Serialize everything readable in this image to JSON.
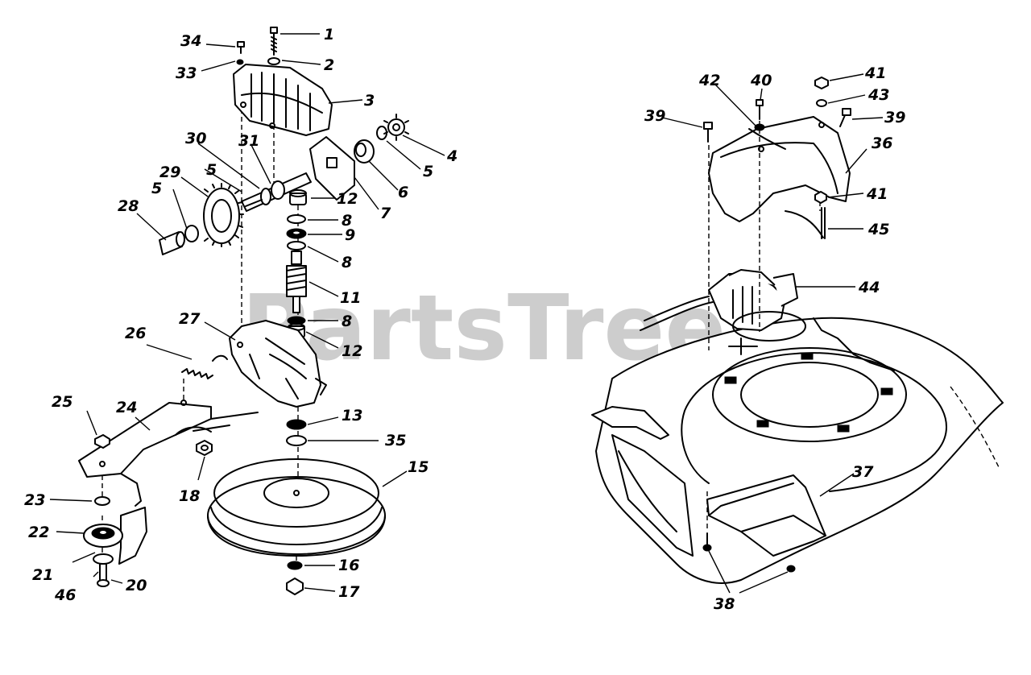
{
  "watermark": "PartsTree",
  "callouts": [
    {
      "id": "c1",
      "text": "1"
    },
    {
      "id": "c2",
      "text": "2"
    },
    {
      "id": "c3",
      "text": "3"
    },
    {
      "id": "c4",
      "text": "4"
    },
    {
      "id": "c5a",
      "text": "5"
    },
    {
      "id": "c5b",
      "text": "5"
    },
    {
      "id": "c5c",
      "text": "5"
    },
    {
      "id": "c6",
      "text": "6"
    },
    {
      "id": "c7",
      "text": "7"
    },
    {
      "id": "c8a",
      "text": "8"
    },
    {
      "id": "c8b",
      "text": "8"
    },
    {
      "id": "c8c",
      "text": "8"
    },
    {
      "id": "c9",
      "text": "9"
    },
    {
      "id": "c11",
      "text": "11"
    },
    {
      "id": "c12a",
      "text": "12"
    },
    {
      "id": "c12b",
      "text": "12"
    },
    {
      "id": "c13",
      "text": "13"
    },
    {
      "id": "c15",
      "text": "15"
    },
    {
      "id": "c16",
      "text": "16"
    },
    {
      "id": "c17",
      "text": "17"
    },
    {
      "id": "c18",
      "text": "18"
    },
    {
      "id": "c20",
      "text": "20"
    },
    {
      "id": "c21",
      "text": "21"
    },
    {
      "id": "c22",
      "text": "22"
    },
    {
      "id": "c23",
      "text": "23"
    },
    {
      "id": "c24",
      "text": "24"
    },
    {
      "id": "c25",
      "text": "25"
    },
    {
      "id": "c26",
      "text": "26"
    },
    {
      "id": "c27",
      "text": "27"
    },
    {
      "id": "c28",
      "text": "28"
    },
    {
      "id": "c29",
      "text": "29"
    },
    {
      "id": "c30",
      "text": "30"
    },
    {
      "id": "c31",
      "text": "31"
    },
    {
      "id": "c33",
      "text": "33"
    },
    {
      "id": "c34",
      "text": "34"
    },
    {
      "id": "c35",
      "text": "35"
    },
    {
      "id": "c46",
      "text": "46"
    },
    {
      "id": "c36",
      "text": "36"
    },
    {
      "id": "c37",
      "text": "37"
    },
    {
      "id": "c38",
      "text": "38"
    },
    {
      "id": "c39a",
      "text": "39"
    },
    {
      "id": "c39b",
      "text": "39"
    },
    {
      "id": "c40",
      "text": "40"
    },
    {
      "id": "c41a",
      "text": "41"
    },
    {
      "id": "c41b",
      "text": "41"
    },
    {
      "id": "c42",
      "text": "42"
    },
    {
      "id": "c43",
      "text": "43"
    },
    {
      "id": "c44",
      "text": "44"
    },
    {
      "id": "c45",
      "text": "45"
    }
  ]
}
